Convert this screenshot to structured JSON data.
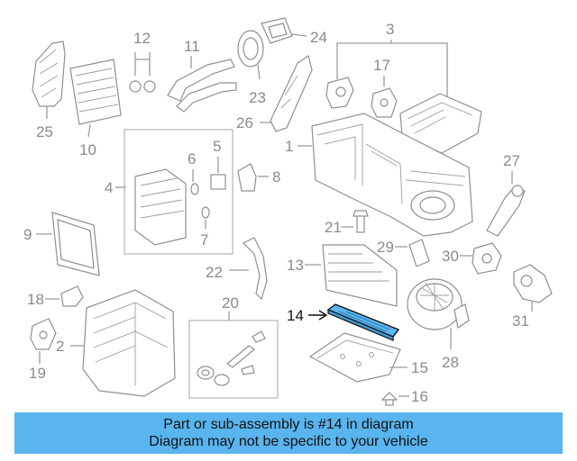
{
  "diagram": {
    "callouts": [
      "1",
      "2",
      "3",
      "4",
      "5",
      "6",
      "7",
      "8",
      "9",
      "10",
      "11",
      "12",
      "13",
      "14",
      "15",
      "16",
      "17",
      "18",
      "19",
      "20",
      "21",
      "22",
      "23",
      "24",
      "25",
      "26",
      "27",
      "28",
      "29",
      "30",
      "31"
    ],
    "highlighted_part": "14",
    "highlight_color": "#5ab4ee",
    "line_color": "#9a9a9a"
  },
  "banner": {
    "line1": "Part or sub-assembly is #14 in diagram",
    "line2": "Diagram may not be specific to your vehicle",
    "background": "#5ab4ee"
  }
}
